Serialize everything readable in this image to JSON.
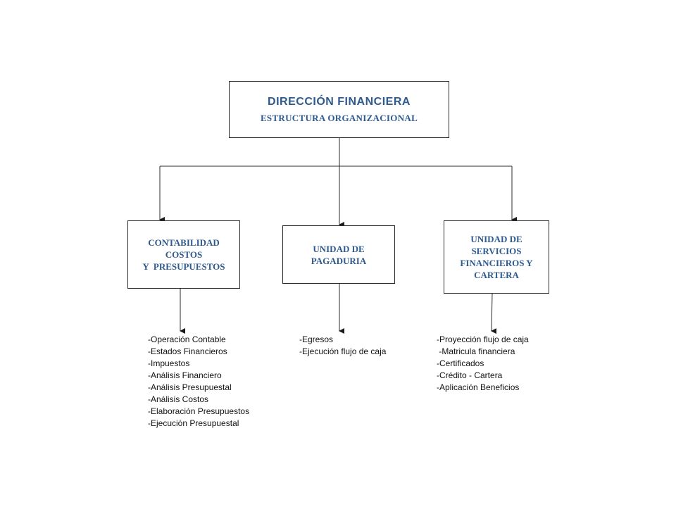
{
  "root": {
    "title": "DIRECCIÓN FINANCIERA",
    "subtitle": "ESTRUCTURA ORGANIZACIONAL"
  },
  "units": [
    {
      "lines": [
        "CONTABILIDAD",
        "COSTOS",
        "Y  PRESUPUESTOS"
      ],
      "tasks": [
        "-Operación Contable",
        "-Estados Financieros",
        "-Impuestos",
        "-Análisis Financiero",
        "-Análisis Presupuestal",
        "-Análisis Costos",
        "-Elaboración Presupuestos",
        "-Ejecución Presupuestal"
      ]
    },
    {
      "lines": [
        "UNIDAD DE",
        "PAGADURIA"
      ],
      "tasks": [
        "-Egresos",
        "-Ejecución flujo de caja"
      ]
    },
    {
      "lines": [
        "UNIDAD DE",
        "SERVICIOS",
        "FINANCIEROS Y",
        "CARTERA"
      ],
      "tasks": [
        "-Proyección flujo de caja",
        " -Matricula financiera",
        "-Certificados",
        "-Crédito - Cartera",
        "-Aplicación Beneficios"
      ]
    }
  ],
  "colors": {
    "box_text": "#2e5a8e",
    "lines": "#2b2b2b"
  }
}
